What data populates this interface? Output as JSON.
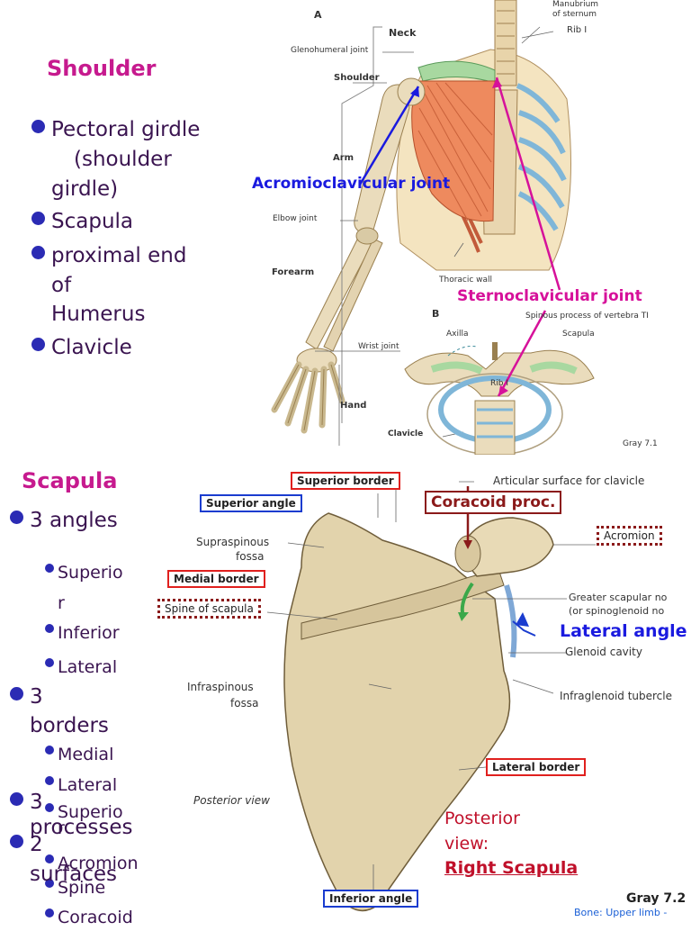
{
  "shoulder": {
    "title": "Shoulder",
    "bullets": [
      "Pectoral girdle",
      "(shoulder",
      "girdle)",
      "Scapula",
      "proximal end",
      "of",
      "Humerus",
      "Clavicle"
    ]
  },
  "figure_a": {
    "panel_a": "A",
    "panel_b": "B",
    "labels": {
      "neck": "Neck",
      "manubrium_1": "Manubrium",
      "manubrium_2": "of sternum",
      "rib1": "Rib I",
      "glenohumeral": "Glenohumeral joint",
      "shoulder": "Shoulder",
      "arm": "Arm",
      "elbow": "Elbow joint",
      "forearm": "Forearm",
      "thoracic_wall": "Thoracic wall",
      "wrist": "Wrist joint",
      "hand": "Hand",
      "axilla": "Axilla",
      "spinous": "Spinous process of vertebra TI",
      "scapula": "Scapula",
      "rib_b": "Rib I",
      "clavicle": "Clavicle",
      "credit": "Gray 7.1"
    },
    "callouts": {
      "acromioclavicular": "Acromioclavicular joint",
      "sternoclavicular": "Sternoclavicular joint"
    }
  },
  "scapula": {
    "title": "Scapula",
    "list": [
      {
        "level": 1,
        "text": "3 angles"
      },
      {
        "level": 2,
        "text": "Superio"
      },
      {
        "level": 2,
        "text": "r"
      },
      {
        "level": 2,
        "text": "Inferior"
      },
      {
        "level": 2,
        "text": "Lateral"
      },
      {
        "level": 1,
        "text": "3"
      },
      {
        "level": 1,
        "text": "borders"
      },
      {
        "level": 2,
        "text": "Medial"
      },
      {
        "level": 2,
        "text": "Lateral"
      },
      {
        "level": 2,
        "text": "Superio"
      },
      {
        "level": 2,
        "text": "r"
      },
      {
        "level": 1,
        "text": "3"
      },
      {
        "level": 1,
        "text": "processes"
      },
      {
        "level": 2,
        "text": "Acromion"
      },
      {
        "level": 2,
        "text": "Spine"
      },
      {
        "level": 2,
        "text": "Coracoid"
      },
      {
        "level": 1,
        "text": "2"
      },
      {
        "level": 1,
        "text": "surfaces"
      }
    ]
  },
  "figure_b": {
    "labels": {
      "superior_border": "Superior border",
      "articular": "Articular surface for clavicle",
      "coracoid": "Coracoid proc.",
      "superior_angle": "Superior angle",
      "supraspinous_1": "Supraspinous",
      "supraspinous_2": "fossa",
      "acromion": "Acromion",
      "medial_border": "Medial border",
      "spine": "Spine of scapula",
      "greater_notch_1": "Greater scapular no",
      "greater_notch_2": "(or spinoglenoid no",
      "lateral_angle": "Lateral angle",
      "glenoid": "Glenoid cavity",
      "infraspinous_1": "Infraspinous",
      "infraspinous_2": "fossa",
      "infraglenoid": "Infraglenoid tubercle",
      "lateral_border": "Lateral border",
      "posterior_view": "Posterior view",
      "caption_1": "Posterior",
      "caption_2": "view:",
      "caption_3": "Right Scapula",
      "inferior_angle": "Inferior angle",
      "credit": "Gray 7.2",
      "footer": "Bone: Upper limb -"
    }
  },
  "colors": {
    "title": "#c61a8e",
    "bullet": "#2b2bb4",
    "text": "#3a1450",
    "blue_callout": "#1a1adf",
    "pink_callout": "#d6119a",
    "coracoid": "#8b1a1a",
    "caption": "#c0102a"
  }
}
